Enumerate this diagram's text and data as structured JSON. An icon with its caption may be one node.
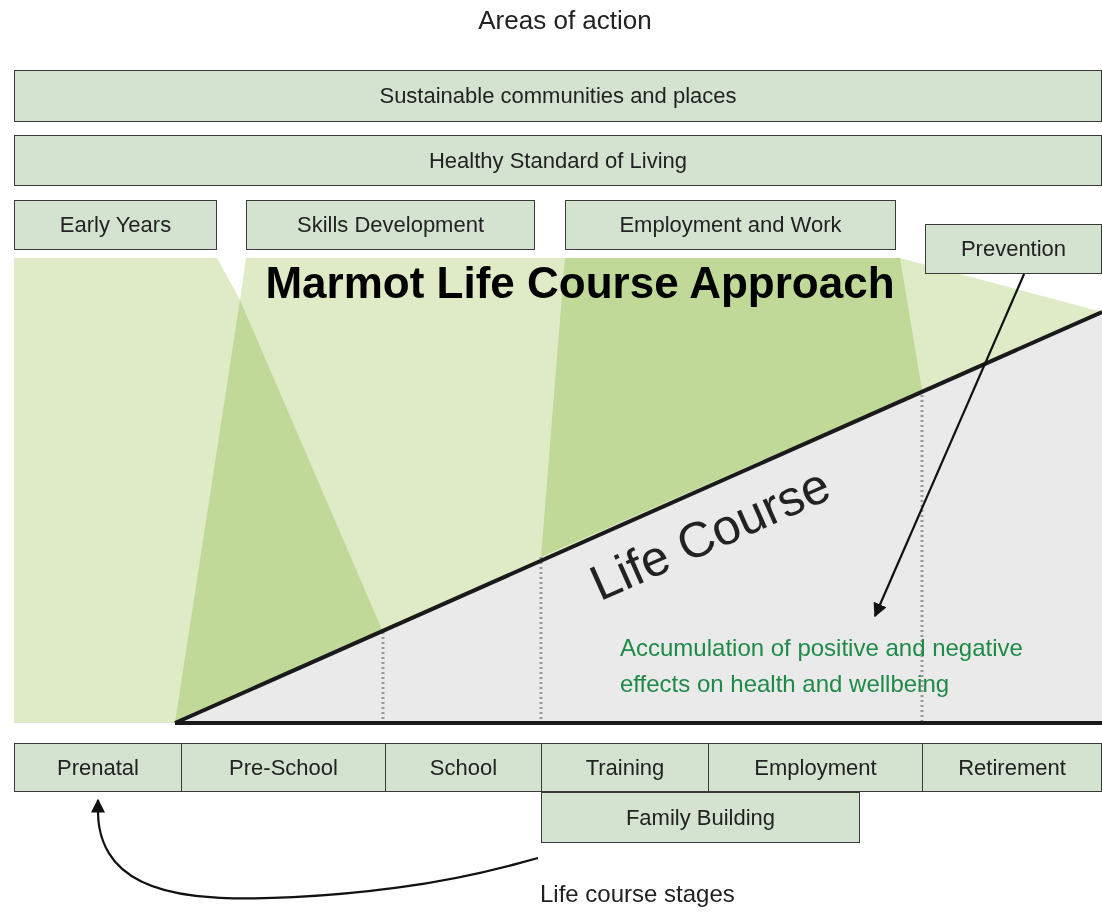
{
  "diagram": {
    "title": "Marmot Life Course Approach",
    "nodes": [
      {
        "text": [
          "Sustainable communities and places"
        ]
      },
      {
        "text": [
          "Healthy Standard of Living"
        ]
      },
      {
        "text": [
          "Early Years"
        ]
      },
      {
        "text": [
          "Skills Development"
        ]
      },
      {
        "text": [
          "Employment and Work"
        ]
      },
      {
        "text": [
          "Prevention"
        ]
      },
      {
        "text": [
          "Accumulation of positive and negative effects on health and wellbeing"
        ]
      },
      {
        "text": [
          "Prenatal"
        ]
      },
      {
        "text": [
          "Pre-School"
        ]
      },
      {
        "text": [
          "School"
        ]
      },
      {
        "text": [
          "Training"
        ]
      },
      {
        "text": [
          "Employment"
        ]
      },
      {
        "text": [
          "Retirement"
        ]
      },
      {
        "text": [
          "Family Building"
        ]
      },
      {
        "text": [
          "Life course stages"
        ]
      }
    ],
    "edges": [
      {
        "from": 5,
        "to": 6,
        "arrow": "to"
      },
      {
        "from": 14,
        "to": 7,
        "arrow": "to"
      }
    ],
    "labels": [
      "Areas of action",
      "Life Course"
    ]
  }
}
